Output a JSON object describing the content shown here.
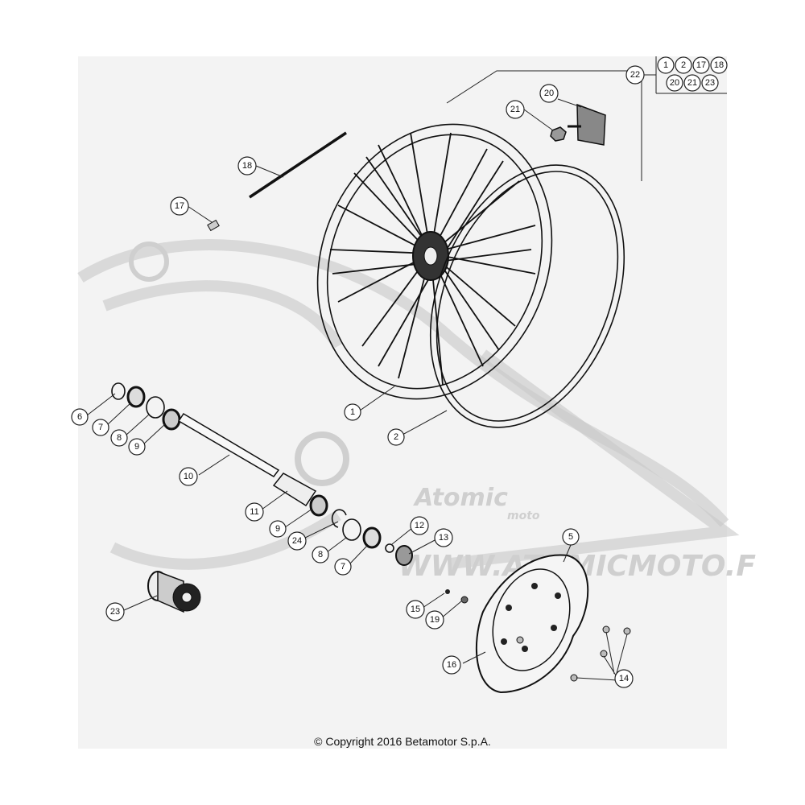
{
  "diagram": {
    "callouts": {
      "c1": "1",
      "c2": "2",
      "c5": "5",
      "c6": "6",
      "c7a": "7",
      "c7b": "7",
      "c8a": "8",
      "c8b": "8",
      "c9a": "9",
      "c9b": "9",
      "c10": "10",
      "c11": "11",
      "c12": "12",
      "c13": "13",
      "c14": "14",
      "c15": "15",
      "c16": "16",
      "c17": "17",
      "c18": "18",
      "c19": "19",
      "c20": "20",
      "c21": "21",
      "c22": "22",
      "c23": "23",
      "c24": "24"
    },
    "kit_box": {
      "row1": [
        "1",
        "2",
        "17",
        "18"
      ],
      "row2": [
        "20",
        "21",
        "23"
      ]
    }
  },
  "watermark": {
    "brand": "Atomic",
    "brand_sub": "moto",
    "url": "WWW.ATOMICMOTO.F"
  },
  "copyright": "© Copyright 2016 Betamotor S.p.A."
}
